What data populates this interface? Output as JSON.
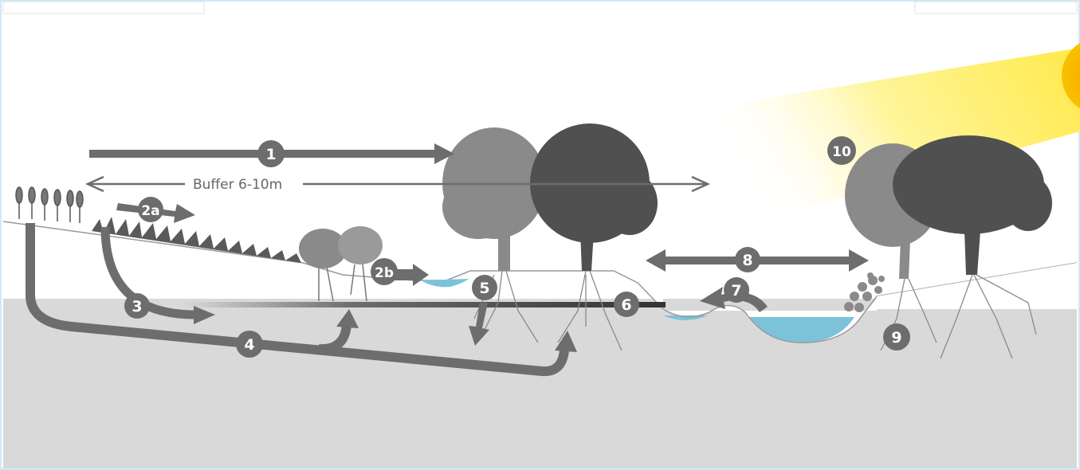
{
  "diagram": {
    "buffer_label": "Buffer 6-10m",
    "markers": [
      "1",
      "2a",
      "2b",
      "3",
      "4",
      "5",
      "6",
      "7",
      "8",
      "9",
      "10"
    ]
  },
  "colors": {
    "ground": "#d9d9d9",
    "arrow": "#6d6d6d",
    "water": "#7cc3da",
    "tree_light": "#8a8a8a",
    "tree_dark": "#505050",
    "sun": "#f7b500",
    "sun_ray": "#fff27a"
  },
  "icons": [
    "wheat-icon",
    "grass-icon",
    "shrub-icon",
    "tree-icon",
    "sun-icon",
    "flower-bush-icon"
  ]
}
